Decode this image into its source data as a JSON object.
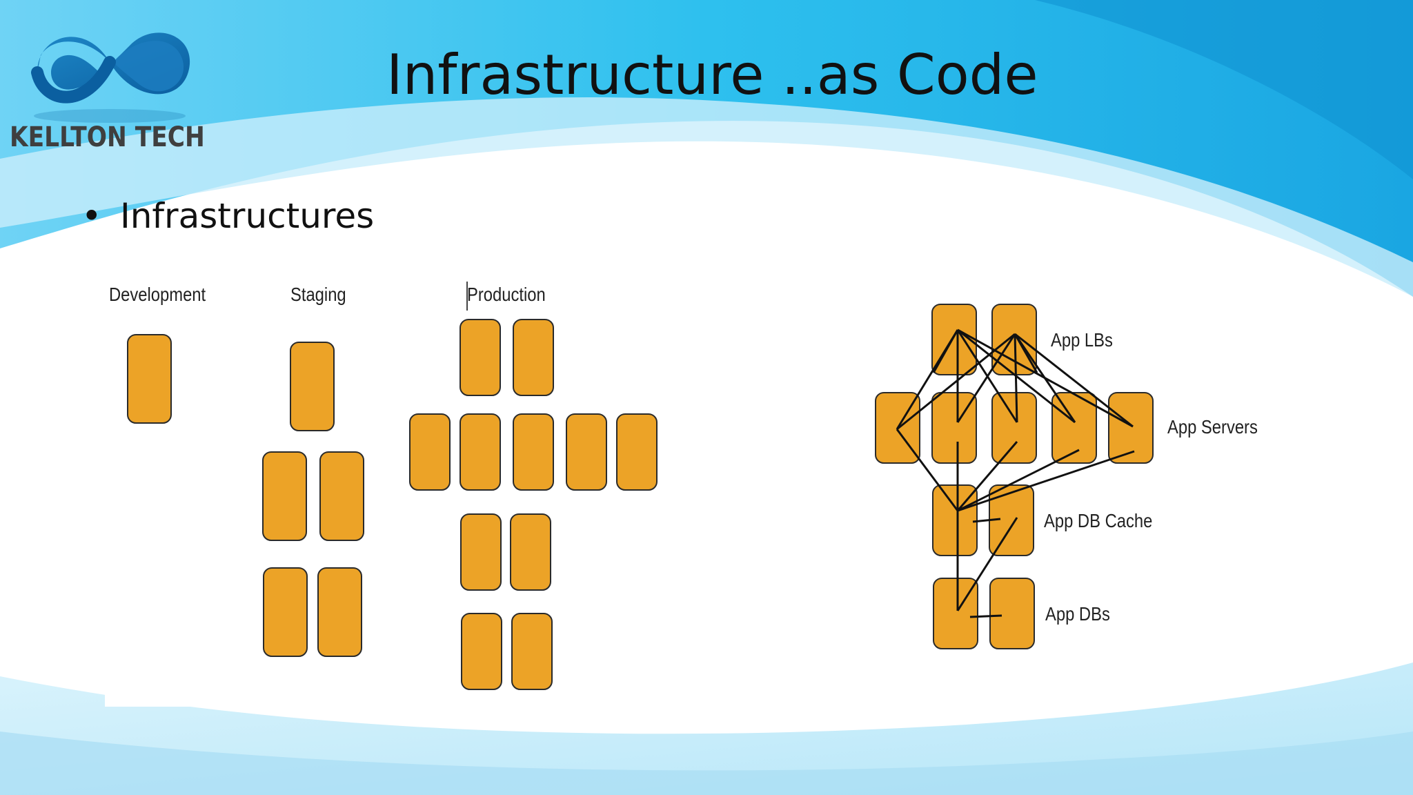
{
  "slide": {
    "title": "Infrastructure ..as Code",
    "bullet": "Infrastructures"
  },
  "brand": {
    "name": "KELLTON TECH",
    "logo_icon": "infinity-loop-icon"
  },
  "colors": {
    "box_fill": "#eca327",
    "box_stroke": "#2a2a2a",
    "bg_blue": "#29b6e8"
  },
  "environments": [
    {
      "label": "Development"
    },
    {
      "label": "Staging"
    },
    {
      "label": "Production"
    }
  ],
  "architecture": {
    "tiers": [
      {
        "label": "App LBs"
      },
      {
        "label": "App Servers"
      },
      {
        "label": "App DB Cache"
      },
      {
        "label": "App DBs"
      }
    ]
  }
}
